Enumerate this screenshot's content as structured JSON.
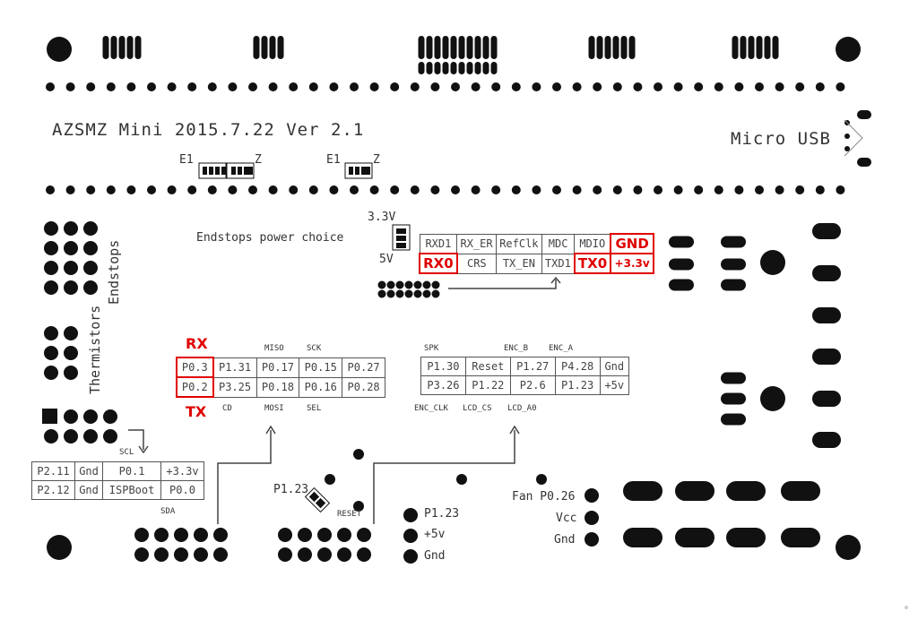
{
  "board_title": "AZSMZ Mini 2015.7.22 Ver 2.1",
  "micro_usb": "Micro USB",
  "e1_label": "E1",
  "z_label": "Z",
  "endstops_power": {
    "label": "Endstops power choice",
    "top": "3.3V",
    "bottom": "5V"
  },
  "endstops_label": "Endstops",
  "thermistors_label": "Thermistors",
  "uart_labels": {
    "rx": "RX",
    "tx": "TX"
  },
  "exp1": {
    "top_labels": [
      "MISO",
      "SCK"
    ],
    "bottom_labels": [
      "CD",
      "MOSI",
      "SEL"
    ],
    "rows": [
      [
        "P0.3",
        "P1.31",
        "P0.17",
        "P0.15",
        "P0.27"
      ],
      [
        "P0.2",
        "P3.25",
        "P0.18",
        "P0.16",
        "P0.28"
      ]
    ]
  },
  "exp2": {
    "top_labels": [
      "SPK",
      "ENC_B",
      "ENC_A"
    ],
    "bottom_labels": [
      "ENC_CLK",
      "LCD_CS",
      "LCD_A0"
    ],
    "rows": [
      [
        "P1.30",
        "Reset",
        "P1.27",
        "P4.28",
        "Gnd"
      ],
      [
        "P3.26",
        "P1.22",
        "P2.6",
        "P1.23",
        "+5v"
      ]
    ]
  },
  "ethernet": {
    "rows": [
      [
        "RXD1",
        "RX_ER",
        "RefClk",
        "MDC",
        "MDIO",
        "GND"
      ],
      [
        "RX0",
        "CRS",
        "TX_EN",
        "TXD1",
        "TX0",
        "+3.3v"
      ]
    ]
  },
  "i2c": {
    "scl": "SCL",
    "sda": "SDA",
    "rows": [
      [
        "P2.11",
        "Gnd",
        "P0.1",
        "+3.3v"
      ],
      [
        "P2.12",
        "Gnd",
        "ISPBoot",
        "P0.0"
      ]
    ]
  },
  "p123_label": "P1.23",
  "reset_label": "RESET",
  "bottom_pins": [
    "P1.23",
    "+5v",
    "Gnd"
  ],
  "fan_pins": [
    "Fan P0.26",
    "Vcc",
    "Gnd"
  ],
  "colors": {
    "highlight": "#e00000",
    "ink": "#111111"
  }
}
